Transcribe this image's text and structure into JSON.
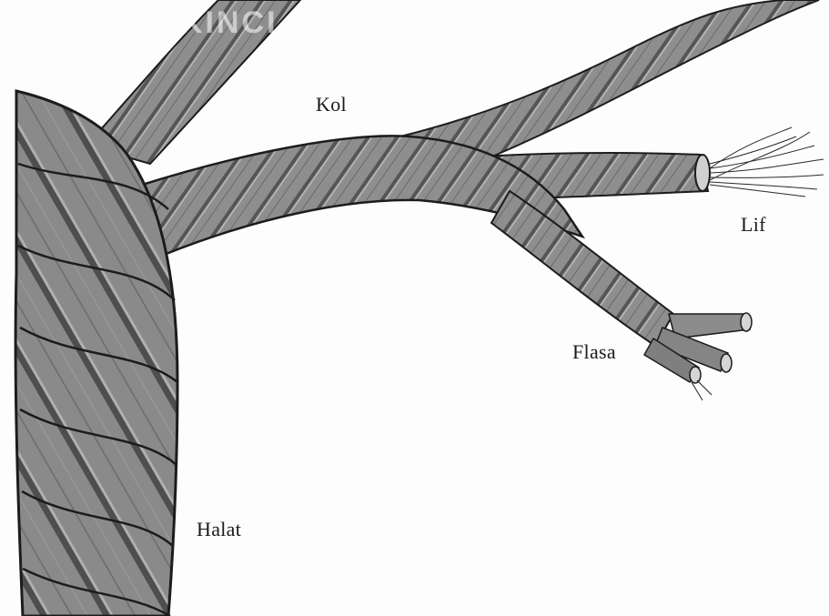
{
  "figure": {
    "labels": {
      "kol": "Kol",
      "lif": "Lif",
      "flasa": "Flasa",
      "halat": "Halat"
    },
    "watermark": "KINCI"
  },
  "colors": {
    "rope_fill": "#8e8e8e",
    "rope_shadow": "#5a5a5a",
    "rope_outline": "#1c1c1c",
    "background": "#fdfdfd"
  }
}
